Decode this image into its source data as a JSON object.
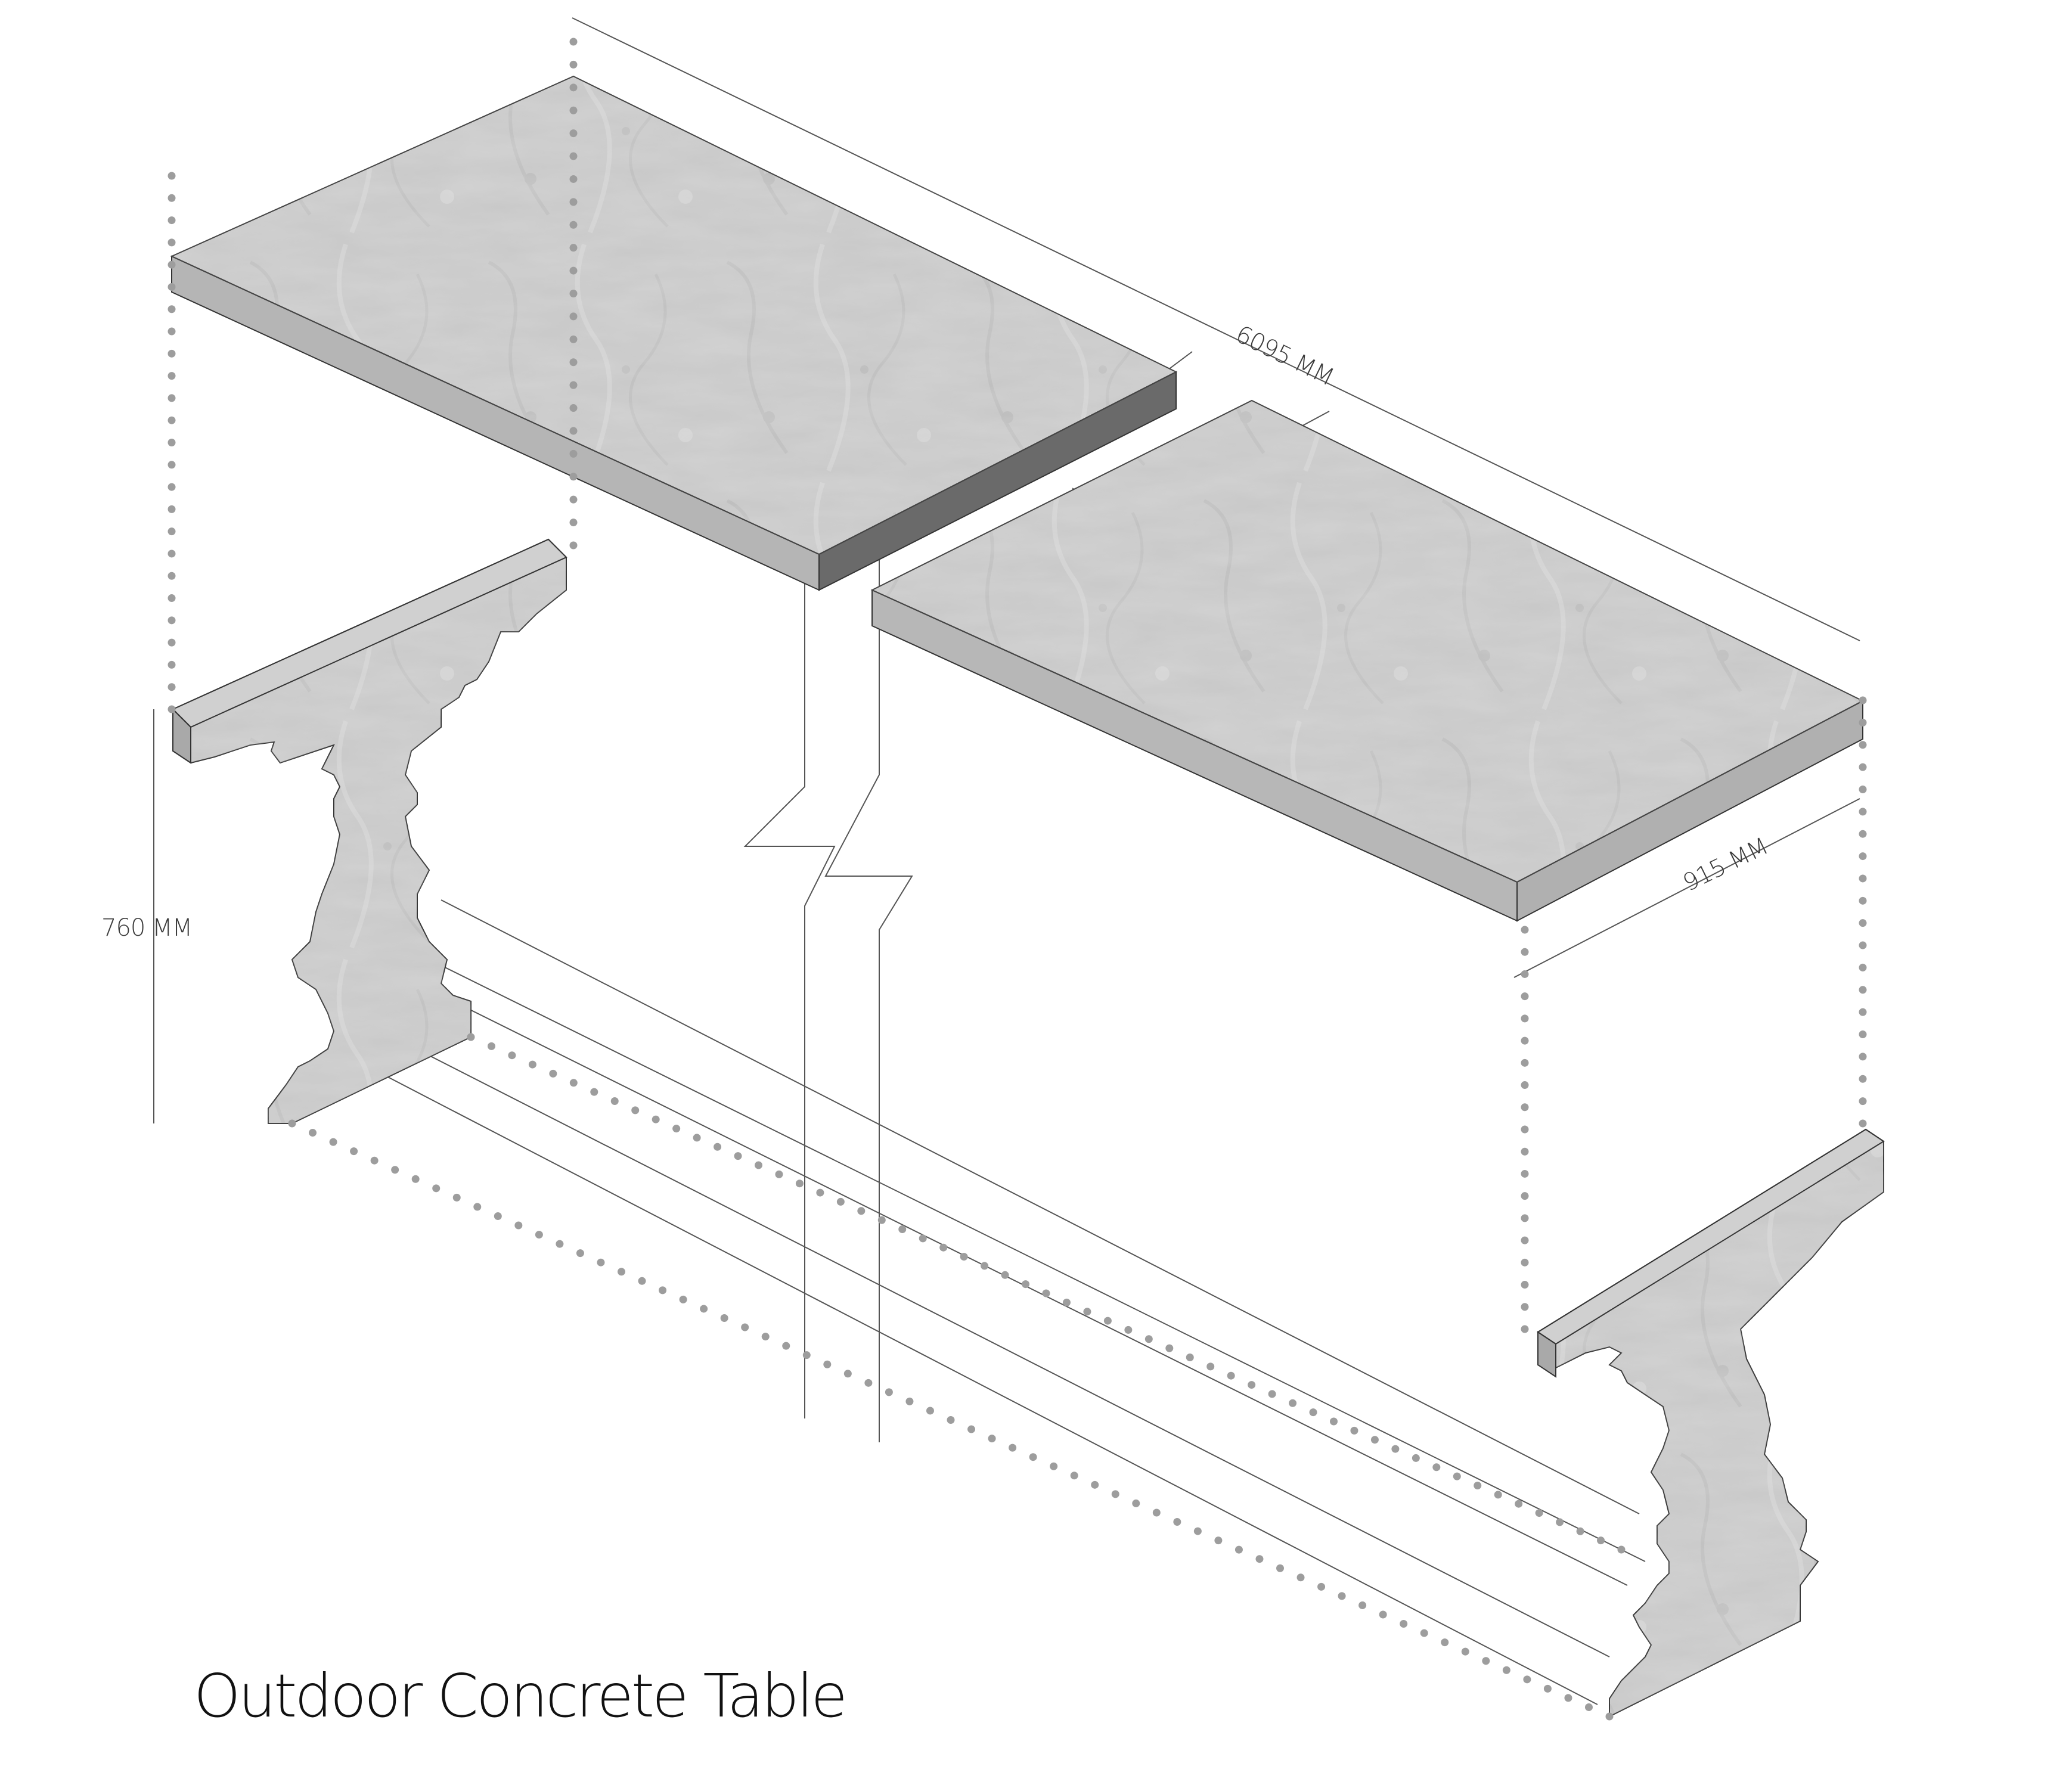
{
  "title": "Outdoor Concrete Table",
  "dimensions": {
    "length": "6095 MM",
    "width": "915 MM",
    "height": "760 MM"
  },
  "colors": {
    "concrete_top": "#c7c7c7",
    "concrete_side": "#b4b4b4",
    "slab_edge_dark": "#6a6a6a",
    "dots": "#9d9d9d",
    "lines": "#555555",
    "title": "#111111"
  }
}
